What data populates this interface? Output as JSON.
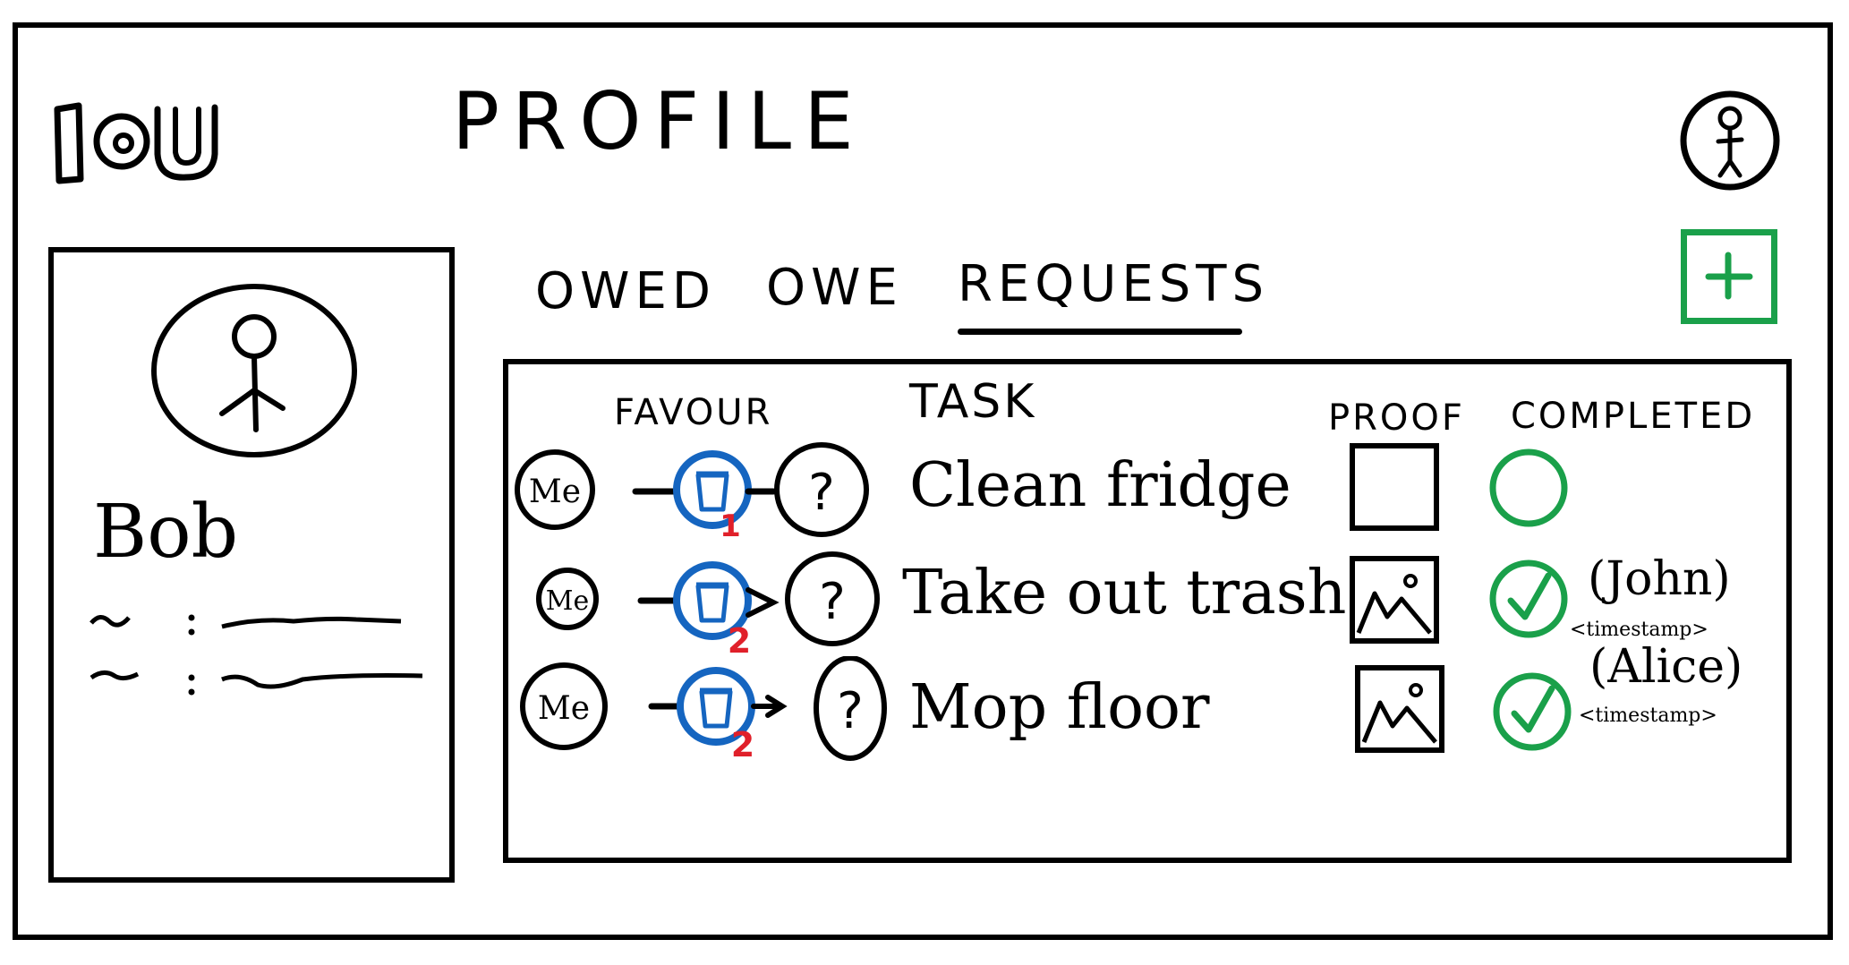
{
  "app": {
    "logo_text": "IOU"
  },
  "header": {
    "title": "PROFILE"
  },
  "profile": {
    "name": "Bob",
    "details": [
      {
        "label": "~",
        "value": ""
      },
      {
        "label": "~",
        "value": ""
      }
    ]
  },
  "tabs": [
    {
      "label": "OWED",
      "active": false
    },
    {
      "label": "OWE",
      "active": false
    },
    {
      "label": "REQUESTS",
      "active": true
    }
  ],
  "table": {
    "headers": {
      "favour": "FAVOUR",
      "task": "TASK",
      "proof": "PROOF",
      "completed": "COMPLETED"
    },
    "rows": [
      {
        "from": "Me",
        "favour_icon": "cup-icon",
        "count": "1",
        "to": "?",
        "task": "Clean fridge",
        "proof": "empty",
        "completed": false,
        "completed_by": "",
        "timestamp": ""
      },
      {
        "from": "Me",
        "favour_icon": "cup-icon",
        "count": "2",
        "to": "?",
        "task": "Take out trash",
        "proof": "image",
        "completed": true,
        "completed_by": "(John)",
        "timestamp": "<timestamp>"
      },
      {
        "from": "Me",
        "favour_icon": "cup-icon",
        "count": "2",
        "to": "?",
        "task": "Mop floor",
        "proof": "image",
        "completed": true,
        "completed_by": "(Alice)",
        "timestamp": "<timestamp>"
      }
    ]
  },
  "colors": {
    "accent_green": "#1aa04a",
    "favour_blue": "#1565c0",
    "count_red": "#e0202a"
  }
}
